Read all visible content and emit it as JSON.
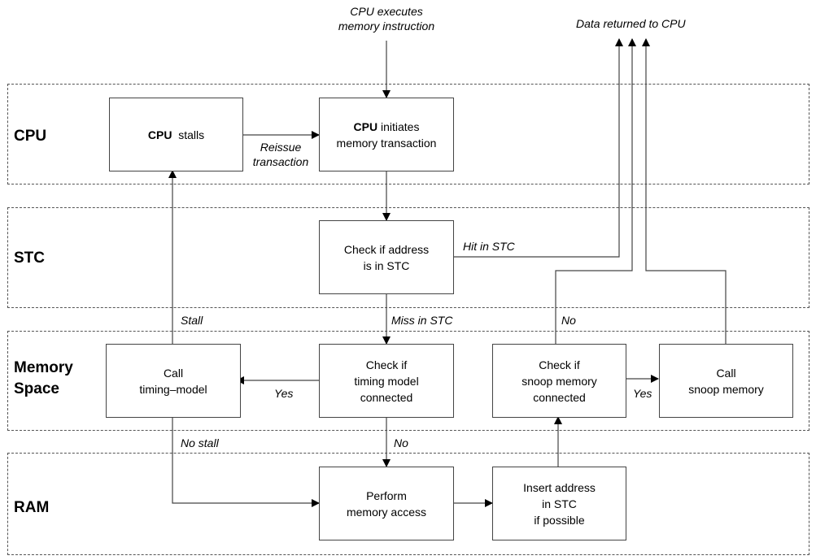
{
  "diagram": {
    "top_input_label": [
      "CPU executes",
      "memory instruction"
    ],
    "output_label": "Data returned to CPU",
    "bands": [
      {
        "id": "cpu",
        "label": [
          "CPU"
        ]
      },
      {
        "id": "stc",
        "label": [
          "STC"
        ]
      },
      {
        "id": "memory",
        "label": [
          "Memory",
          "Space"
        ]
      },
      {
        "id": "ram",
        "label": [
          "RAM"
        ]
      }
    ],
    "nodes": {
      "cpu_stalls": {
        "bold": "CPU",
        "lines": [
          "stalls"
        ]
      },
      "cpu_initiates": {
        "bold": "CPU",
        "lines": [
          "initiates",
          "memory transaction"
        ]
      },
      "check_stc": {
        "lines": [
          "Check if address",
          "is in STC"
        ]
      },
      "call_timing": {
        "lines": [
          "Call",
          "timing–model"
        ]
      },
      "check_timing": {
        "lines": [
          "Check if",
          "timing model",
          "connected"
        ]
      },
      "check_snoop": {
        "lines": [
          "Check if",
          "snoop memory",
          "connected"
        ]
      },
      "call_snoop": {
        "lines": [
          "Call",
          "snoop memory"
        ]
      },
      "perform_access": {
        "lines": [
          "Perform",
          "memory access"
        ]
      },
      "insert_stc": {
        "lines": [
          "Insert address",
          "in STC",
          "if possible"
        ]
      }
    },
    "edge_labels": {
      "reissue": [
        "Reissue",
        "transaction"
      ],
      "hit": "Hit in STC",
      "miss": "Miss in STC",
      "stall": "Stall",
      "no_snoop": "No",
      "yes_timing": "Yes",
      "yes_snoop": "Yes",
      "no_stall": "No stall",
      "no_timing": "No"
    }
  }
}
